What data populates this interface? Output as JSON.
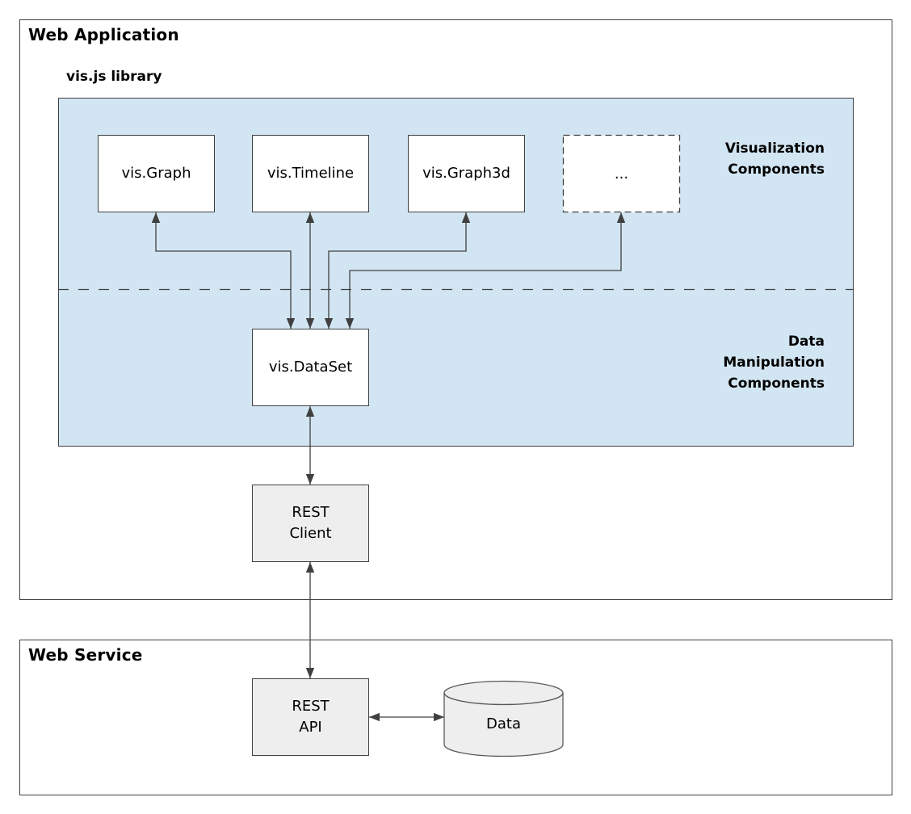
{
  "colors": {
    "library_fill": "#d2e5f2",
    "node_fill": "#ffffff",
    "gray_fill": "#eeeeee",
    "line": "#404040",
    "cylinder_stroke": "#595959",
    "text": "#000000"
  },
  "web_application": {
    "title": "Web Application",
    "library": {
      "title": "vis.js library",
      "visualization_section": {
        "label_lines": [
          "Visualization",
          "Components"
        ],
        "nodes": [
          "vis.Graph",
          "vis.Timeline",
          "vis.Graph3d",
          "..."
        ]
      },
      "data_section": {
        "label_lines": [
          "Data",
          "Manipulation",
          "Components"
        ],
        "node": "vis.DataSet"
      }
    },
    "rest_client": {
      "label_lines": [
        "REST",
        "Client"
      ]
    }
  },
  "web_service": {
    "title": "Web Service",
    "rest_api": {
      "label_lines": [
        "REST",
        "API"
      ]
    },
    "data_store": {
      "label": "Data"
    }
  }
}
